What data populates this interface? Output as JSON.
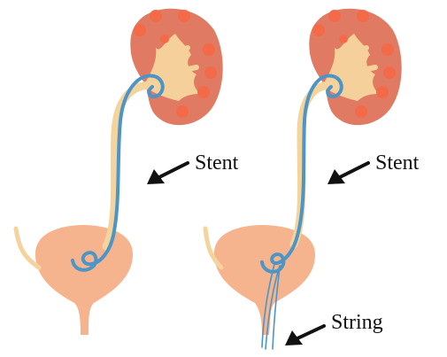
{
  "labels": {
    "stent_left": "Stent",
    "stent_right": "Stent",
    "string": "String"
  },
  "colors": {
    "kidney": "#e07a62",
    "kidney_spots": "#f46a48",
    "renal_pelvis": "#f6d09a",
    "ureter": "#f4d49c",
    "stent": "#4c95c6",
    "bladder": "#f5b48d",
    "arrow": "#111111",
    "background": "#ffffff"
  }
}
